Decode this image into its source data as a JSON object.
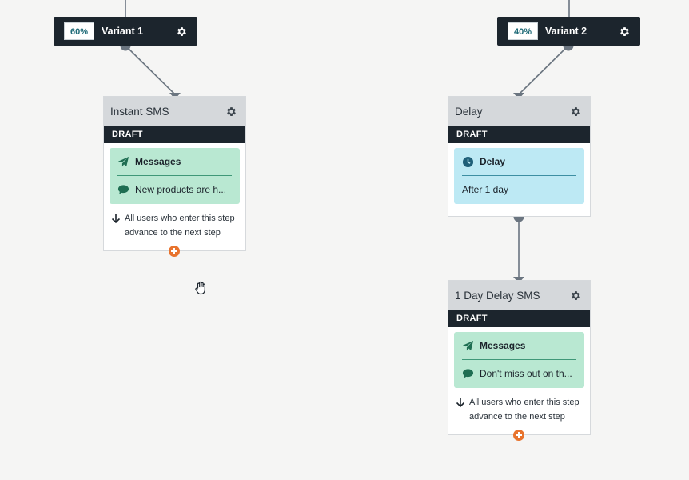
{
  "variants": [
    {
      "percent": "60%",
      "label": "Variant 1"
    },
    {
      "percent": "40%",
      "label": "Variant 2"
    }
  ],
  "steps": {
    "instant_sms": {
      "title": "Instant SMS",
      "status": "DRAFT",
      "block_title": "Messages",
      "block_icon": "paper-plane-icon",
      "content": "New products are h...",
      "content_icon": "chat-bubble-icon",
      "advance_line1": "All users who enter this step",
      "advance_line2": "advance to the next step"
    },
    "delay": {
      "title": "Delay",
      "status": "DRAFT",
      "block_title": "Delay",
      "block_icon": "clock-icon",
      "content": "After 1 day"
    },
    "delay_sms": {
      "title": "1 Day Delay SMS",
      "status": "DRAFT",
      "block_title": "Messages",
      "block_icon": "paper-plane-icon",
      "content": "Don't miss out on th...",
      "content_icon": "chat-bubble-icon",
      "advance_line1": "All users who enter this step",
      "advance_line2": "advance to the next step"
    }
  },
  "colors": {
    "canvas": "#f5f5f4",
    "dark_bar": "#1c252d",
    "card_header": "#d5d8db",
    "message_block": "#b9e8d2",
    "delay_block": "#bde9f4",
    "add_button": "#e8732d",
    "percent_text": "#1f6b78",
    "connector": "#6b7580"
  }
}
